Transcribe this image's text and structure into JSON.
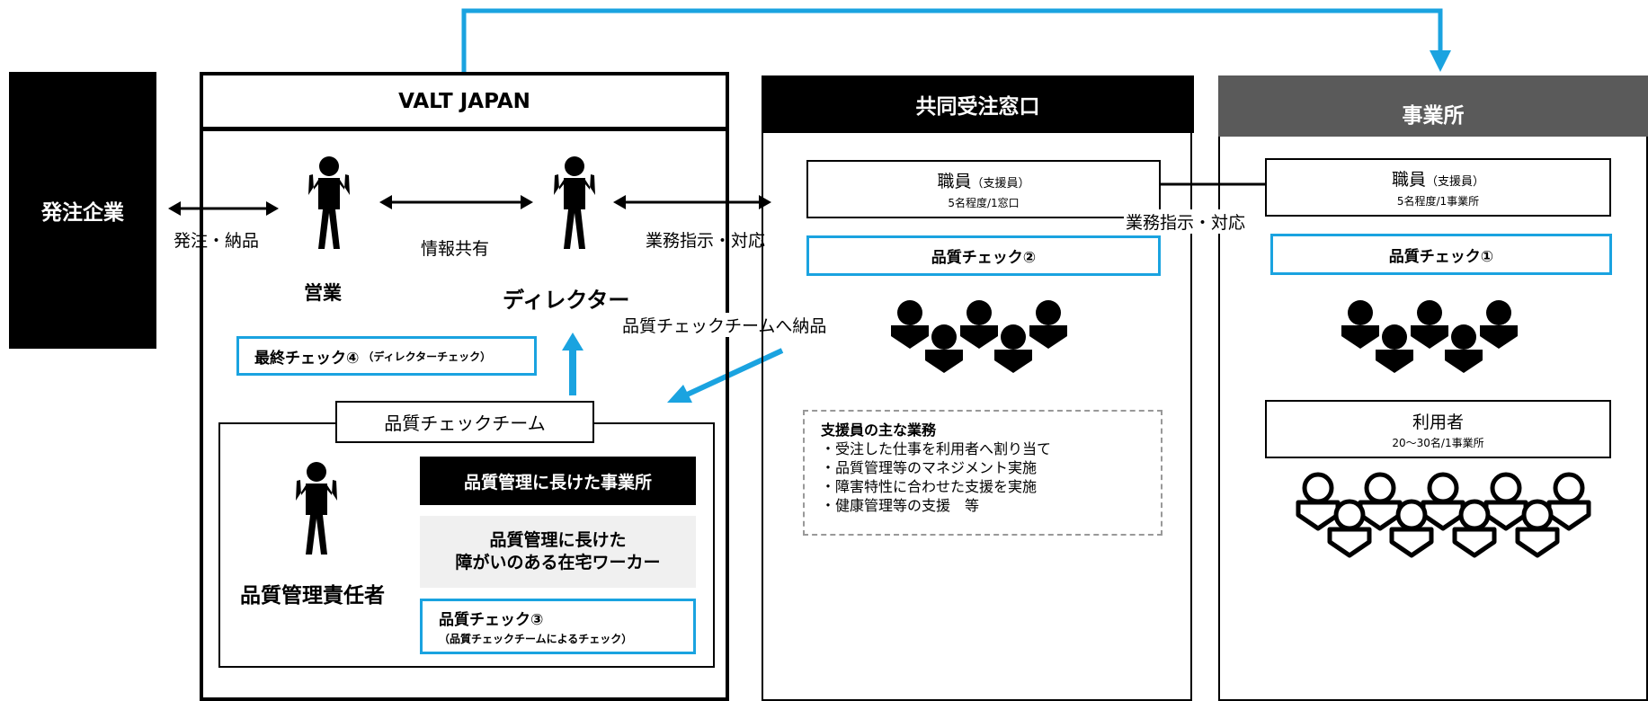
{
  "orderer": {
    "label": "発注企業"
  },
  "valt": {
    "title": "VALT JAPAN",
    "sales_label": "営業",
    "director_label": "ディレクター",
    "order_delivery": "発注・納品",
    "info_share": "情報共有",
    "final_check": {
      "main": "最終チェック④",
      "sub": "（ディレクターチェック）"
    },
    "qc_team": {
      "title": "品質チェックチーム",
      "manager_label": "品質管理責任者",
      "dark_box": "品質管理に長けた事業所",
      "gray_box_line1": "品質管理に長けた",
      "gray_box_line2": "障がいのある在宅ワーカー",
      "check3_main": "品質チェック③",
      "check3_sub": "（品質チェックチームによるチェック）"
    }
  },
  "joint_window": {
    "title": "共同受注窓口",
    "staff": {
      "main": "職員",
      "paren": "（支援員）",
      "sub": "5名程度/1窓口"
    },
    "check2": "品質チェック②",
    "duties_title": "支援員の主な業務",
    "duties": [
      "・受注した仕事を利用者へ割り当て",
      "・品質管理等のマネジメント実施",
      "・障害特性に合わせた支援を実施",
      "・健康管理等の支援　等"
    ]
  },
  "facility": {
    "title": "事業所",
    "staff": {
      "main": "職員",
      "paren": "（支援員）",
      "sub": "5名程度/1事業所"
    },
    "check1": "品質チェック①",
    "users": {
      "main": "利用者",
      "sub": "20〜30名/1事業所"
    }
  },
  "arrows": {
    "business_instruction_left": "業務指示・対応",
    "business_instruction_right": "業務指示・対応",
    "delivery_to_qc": "品質チェックチームへ納品"
  },
  "colors": {
    "accent_blue": "#1aa3e0",
    "black": "#000000",
    "dark_gray": "#5a5a5a",
    "light_gray": "#f0f0f0",
    "dashed_gray": "#999999"
  }
}
